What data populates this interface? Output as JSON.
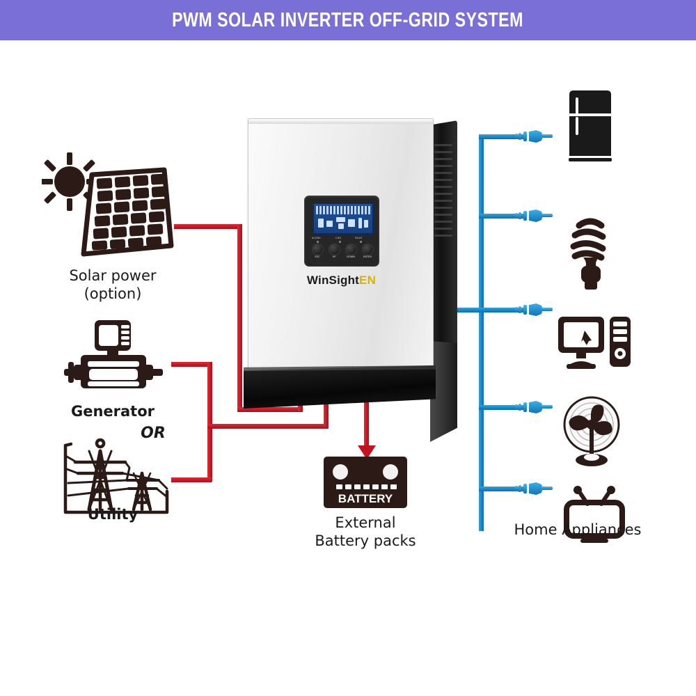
{
  "header": {
    "title": "PWM SOLAR INVERTER OFF-GRID SYSTEM",
    "background_color": "#7a6fd6",
    "text_color": "#ffffff"
  },
  "colors": {
    "dc_wire_red": "#c3121f",
    "ac_wire_blue": "#1080c0",
    "brand_accent_yellow": "#d9b300",
    "icon_ink": "#2b1a16"
  },
  "inverter": {
    "brand_primary": "WinSight",
    "brand_accent": "EN",
    "led_labels": [
      "AC/INV",
      "CHG",
      "FAULT"
    ],
    "button_labels": [
      "ESC",
      "UP",
      "DOWN",
      "ENTER"
    ],
    "display_name": "lcd-screen"
  },
  "sources": [
    {
      "id": "solar",
      "icon": "solar-panel-icon",
      "label": "Solar power\n(option)"
    },
    {
      "id": "generator",
      "icon": "generator-icon",
      "label": "Generator"
    },
    {
      "id": "or",
      "icon": "none",
      "label": "OR"
    },
    {
      "id": "utility",
      "icon": "utility-pylon-icon",
      "label": "Utility"
    }
  ],
  "battery": {
    "icon": "battery-icon",
    "body_text": "BATTERY",
    "label": "External\nBattery packs"
  },
  "loads": {
    "group_label": "Home Appliances",
    "items": [
      {
        "id": "fridge",
        "icon": "refrigerator-icon"
      },
      {
        "id": "cfl",
        "icon": "cfl-bulb-icon"
      },
      {
        "id": "computer",
        "icon": "computer-icon"
      },
      {
        "id": "fan",
        "icon": "electric-fan-icon"
      },
      {
        "id": "tv",
        "icon": "television-icon"
      }
    ]
  }
}
